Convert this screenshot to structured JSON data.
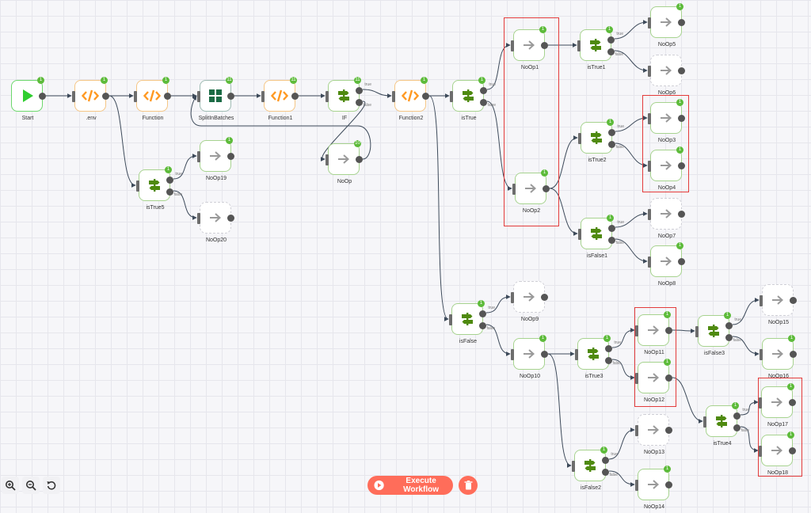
{
  "nodes": [
    {
      "id": "start",
      "label": "Start",
      "type": "start",
      "badge": "1"
    },
    {
      "id": "env",
      "label": ".env",
      "type": "function",
      "badge": "1"
    },
    {
      "id": "function",
      "label": "Function",
      "type": "function",
      "badge": "1"
    },
    {
      "id": "splitinbatches",
      "label": "SplitInBatches",
      "type": "split",
      "badge": "11"
    },
    {
      "id": "function1",
      "label": "Function1",
      "type": "function",
      "badge": "11"
    },
    {
      "id": "if",
      "label": "IF",
      "type": "if",
      "badge": "11"
    },
    {
      "id": "noop",
      "label": "NoOp",
      "type": "noop",
      "badge": "10"
    },
    {
      "id": "function2",
      "label": "Function2",
      "type": "function",
      "badge": "1"
    },
    {
      "id": "istrue",
      "label": "isTrue",
      "type": "if",
      "badge": "1"
    },
    {
      "id": "noop1",
      "label": "NoOp1",
      "type": "noop",
      "badge": "1"
    },
    {
      "id": "noop2",
      "label": "NoOp2",
      "type": "noop",
      "badge": "1"
    },
    {
      "id": "istrue1",
      "label": "isTrue1",
      "type": "if",
      "badge": "1"
    },
    {
      "id": "noop5",
      "label": "NoOp5",
      "type": "noop",
      "badge": "1"
    },
    {
      "id": "noop6",
      "label": "NoOp6",
      "type": "noop",
      "badge": ""
    },
    {
      "id": "istrue2",
      "label": "isTrue2",
      "type": "if",
      "badge": "1"
    },
    {
      "id": "noop3",
      "label": "NoOp3",
      "type": "noop",
      "badge": "1"
    },
    {
      "id": "noop4",
      "label": "NoOp4",
      "type": "noop",
      "badge": "1"
    },
    {
      "id": "isfalse1",
      "label": "isFalse1",
      "type": "if",
      "badge": "1"
    },
    {
      "id": "noop7",
      "label": "NoOp7",
      "type": "noop",
      "badge": ""
    },
    {
      "id": "noop8",
      "label": "NoOp8",
      "type": "noop",
      "badge": "1"
    },
    {
      "id": "istrue5",
      "label": "isTrue5",
      "type": "if",
      "badge": "1"
    },
    {
      "id": "noop19",
      "label": "NoOp19",
      "type": "noop",
      "badge": "1"
    },
    {
      "id": "noop20",
      "label": "NoOp20",
      "type": "noop",
      "badge": ""
    },
    {
      "id": "isfalse",
      "label": "isFalse",
      "type": "if",
      "badge": "1"
    },
    {
      "id": "noop9",
      "label": "NoOp9",
      "type": "noop",
      "badge": ""
    },
    {
      "id": "noop10",
      "label": "NoOp10",
      "type": "noop",
      "badge": "1"
    },
    {
      "id": "istrue3",
      "label": "isTrue3",
      "type": "if",
      "badge": "1"
    },
    {
      "id": "noop11",
      "label": "NoOp11",
      "type": "noop",
      "badge": "1"
    },
    {
      "id": "noop12",
      "label": "NoOp12",
      "type": "noop",
      "badge": "1"
    },
    {
      "id": "isfalse3",
      "label": "isFalse3",
      "type": "if",
      "badge": "1"
    },
    {
      "id": "noop15",
      "label": "NoOp15",
      "type": "noop",
      "badge": ""
    },
    {
      "id": "noop16",
      "label": "NoOp16",
      "type": "noop",
      "badge": "1"
    },
    {
      "id": "istrue4",
      "label": "isTrue4",
      "type": "if",
      "badge": "1"
    },
    {
      "id": "noop17",
      "label": "NoOp17",
      "type": "noop",
      "badge": "1"
    },
    {
      "id": "noop18",
      "label": "NoOp18",
      "type": "noop",
      "badge": "1"
    },
    {
      "id": "isfalse2",
      "label": "isFalse2",
      "type": "if",
      "badge": "1"
    },
    {
      "id": "noop13",
      "label": "NoOp13",
      "type": "noop",
      "badge": ""
    },
    {
      "id": "noop14",
      "label": "NoOp14",
      "type": "noop",
      "badge": "1"
    }
  ],
  "port_labels": {
    "true": "true",
    "false": "false"
  },
  "edges": [
    [
      "start",
      "env",
      "s"
    ],
    [
      "env",
      "function",
      "s"
    ],
    [
      "env",
      "istrue5",
      "s"
    ],
    [
      "function",
      "splitinbatches",
      "s"
    ],
    [
      "splitinbatches",
      "function1",
      "s"
    ],
    [
      "function1",
      "if",
      "s"
    ],
    [
      "if",
      "function2",
      "t"
    ],
    [
      "if",
      "noop",
      "f"
    ],
    [
      "noop",
      "splitinbatches",
      "loop"
    ],
    [
      "function2",
      "istrue",
      "s"
    ],
    [
      "function2",
      "isfalse",
      "s"
    ],
    [
      "istrue",
      "noop1",
      "t"
    ],
    [
      "istrue",
      "noop2",
      "f"
    ],
    [
      "noop1",
      "istrue1",
      "s"
    ],
    [
      "istrue1",
      "noop5",
      "t"
    ],
    [
      "istrue1",
      "noop6",
      "f"
    ],
    [
      "noop2",
      "istrue2",
      "s"
    ],
    [
      "noop2",
      "isfalse1",
      "s"
    ],
    [
      "istrue2",
      "noop3",
      "t"
    ],
    [
      "istrue2",
      "noop4",
      "f"
    ],
    [
      "isfalse1",
      "noop7",
      "t"
    ],
    [
      "isfalse1",
      "noop8",
      "f"
    ],
    [
      "istrue5",
      "noop19",
      "t"
    ],
    [
      "istrue5",
      "noop20",
      "f"
    ],
    [
      "isfalse",
      "noop9",
      "t"
    ],
    [
      "isfalse",
      "noop10",
      "f"
    ],
    [
      "noop10",
      "istrue3",
      "s"
    ],
    [
      "noop10",
      "isfalse2",
      "s"
    ],
    [
      "istrue3",
      "noop11",
      "t"
    ],
    [
      "istrue3",
      "noop12",
      "f"
    ],
    [
      "noop11",
      "isfalse3",
      "s"
    ],
    [
      "isfalse3",
      "noop15",
      "t"
    ],
    [
      "isfalse3",
      "noop16",
      "f"
    ],
    [
      "noop12",
      "istrue4",
      "s"
    ],
    [
      "istrue4",
      "noop17",
      "t"
    ],
    [
      "istrue4",
      "noop18",
      "f"
    ],
    [
      "isfalse2",
      "noop13",
      "t"
    ],
    [
      "isfalse2",
      "noop14",
      "f"
    ]
  ],
  "toolbar": {
    "zoom_in_icon": "zoom-in-icon",
    "zoom_out_icon": "zoom-out-icon",
    "reset_icon": "reset-zoom-icon",
    "execute_label": "Execute Workflow",
    "delete_icon": "trash-icon"
  },
  "colors": {
    "accent": "#ff6d5a",
    "success": "#5dbb3a",
    "function": "#ff9922",
    "split": "#1b6b45",
    "if": "#4f8a10",
    "start": "#2fce2f",
    "highlight": "#e33b3b"
  }
}
